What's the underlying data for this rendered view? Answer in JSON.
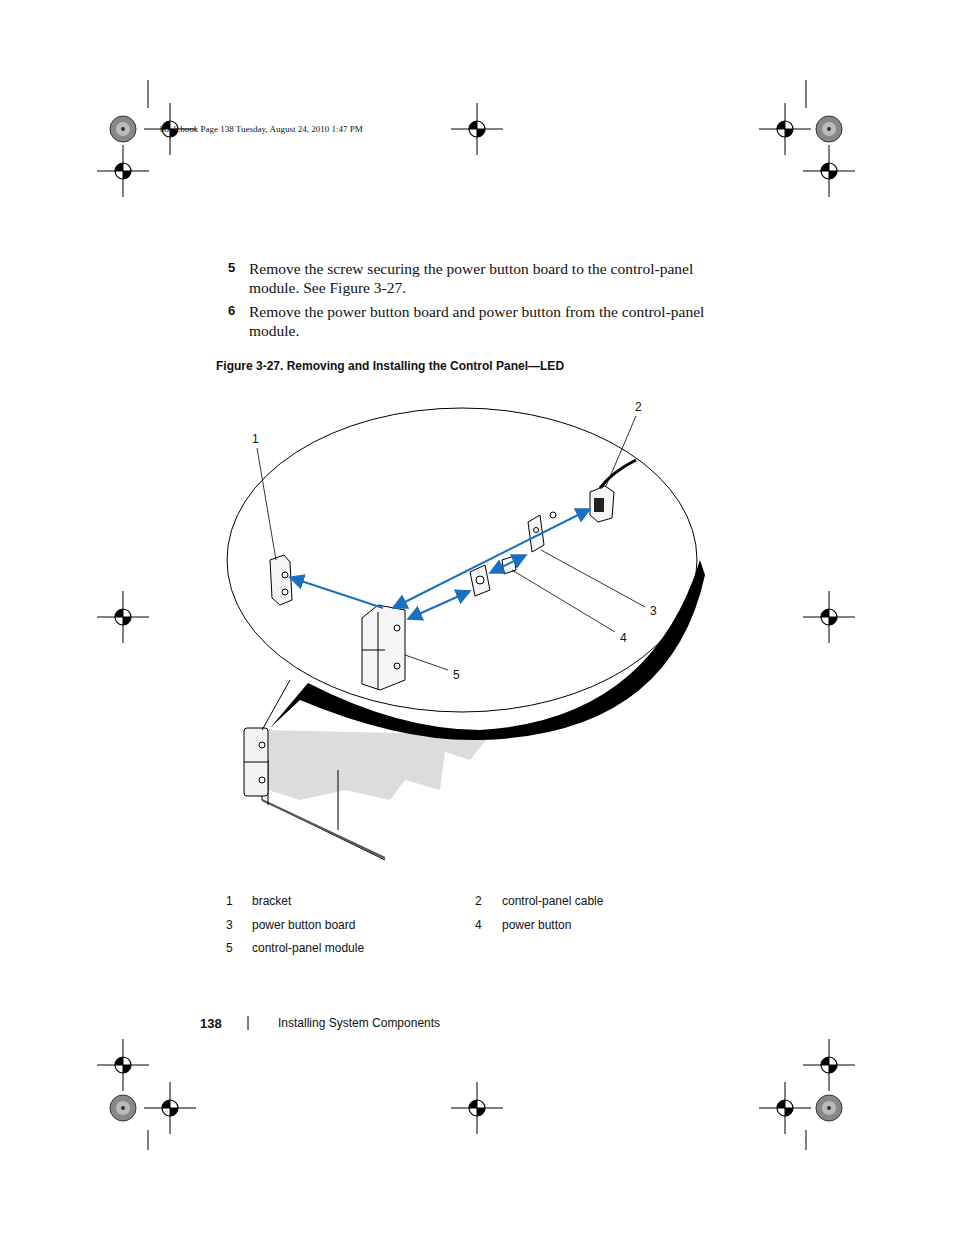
{
  "diagram": {
    "title": "Figure 3-27.    Removing and Installing the Control Panel—LED",
    "labels": [
      "book.book  Page 138  Tuesday, August 24, 2010  1:47 PM",
      "5",
      "Remove the screw securing the power button board to the control-panel module. See Figure 3-27.",
      "6",
      "Remove the power button board and power button from the control-panel module.",
      "1",
      "2",
      "3",
      "4",
      "5",
      "1",
      "bracket",
      "2",
      "control-panel cable",
      "3",
      "power button board",
      "4",
      "power button",
      "5",
      "control-panel module",
      "138",
      "Installing System Components"
    ]
  }
}
